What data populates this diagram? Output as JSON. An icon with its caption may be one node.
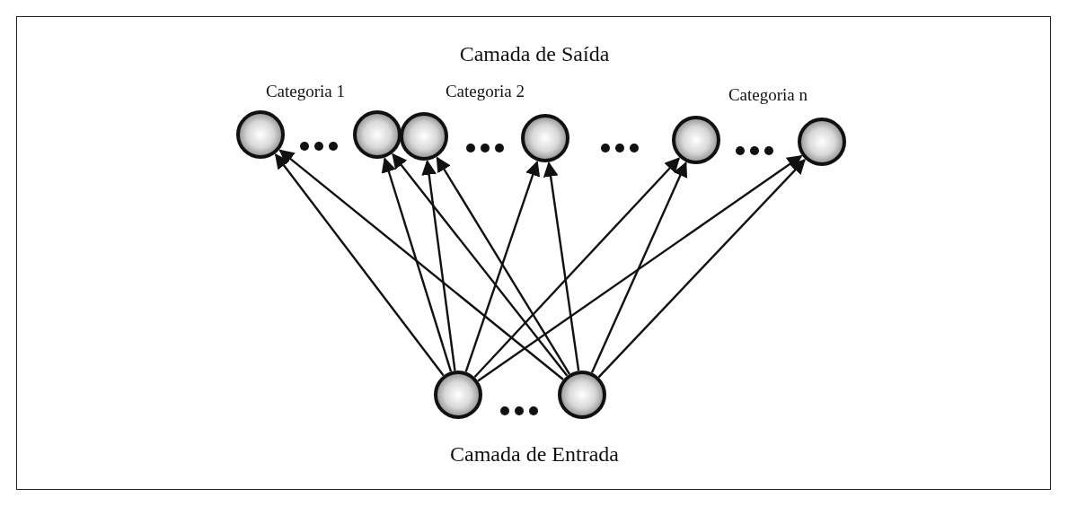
{
  "diagram": {
    "nodes": [
      {
        "text": [],
        "shape": "circle"
      },
      {
        "text": [],
        "shape": "circle"
      },
      {
        "text": [],
        "shape": "circle"
      },
      {
        "text": [],
        "shape": "circle"
      },
      {
        "text": [],
        "shape": "circle"
      },
      {
        "text": [],
        "shape": "circle"
      },
      {
        "text": [],
        "shape": "circle"
      },
      {
        "text": [],
        "shape": "circle"
      }
    ],
    "edges": [
      {
        "from": 6,
        "to": 0,
        "arrow": "to"
      },
      {
        "from": 7,
        "to": 0,
        "arrow": "to"
      },
      {
        "from": 6,
        "to": 1,
        "arrow": "to"
      },
      {
        "from": 7,
        "to": 1,
        "arrow": "to"
      },
      {
        "from": 6,
        "to": 2,
        "arrow": "to"
      },
      {
        "from": 7,
        "to": 2,
        "arrow": "to"
      },
      {
        "from": 6,
        "to": 3,
        "arrow": "to"
      },
      {
        "from": 7,
        "to": 3,
        "arrow": "to"
      },
      {
        "from": 6,
        "to": 4,
        "arrow": "to"
      },
      {
        "from": 7,
        "to": 4,
        "arrow": "to"
      },
      {
        "from": 6,
        "to": 5,
        "arrow": "to"
      },
      {
        "from": 7,
        "to": 5,
        "arrow": "to"
      }
    ],
    "labels": [
      "Camada de Saída",
      "Categoria 1",
      "Categoria 2",
      "Categoria n",
      "Camada de Entrada"
    ]
  }
}
